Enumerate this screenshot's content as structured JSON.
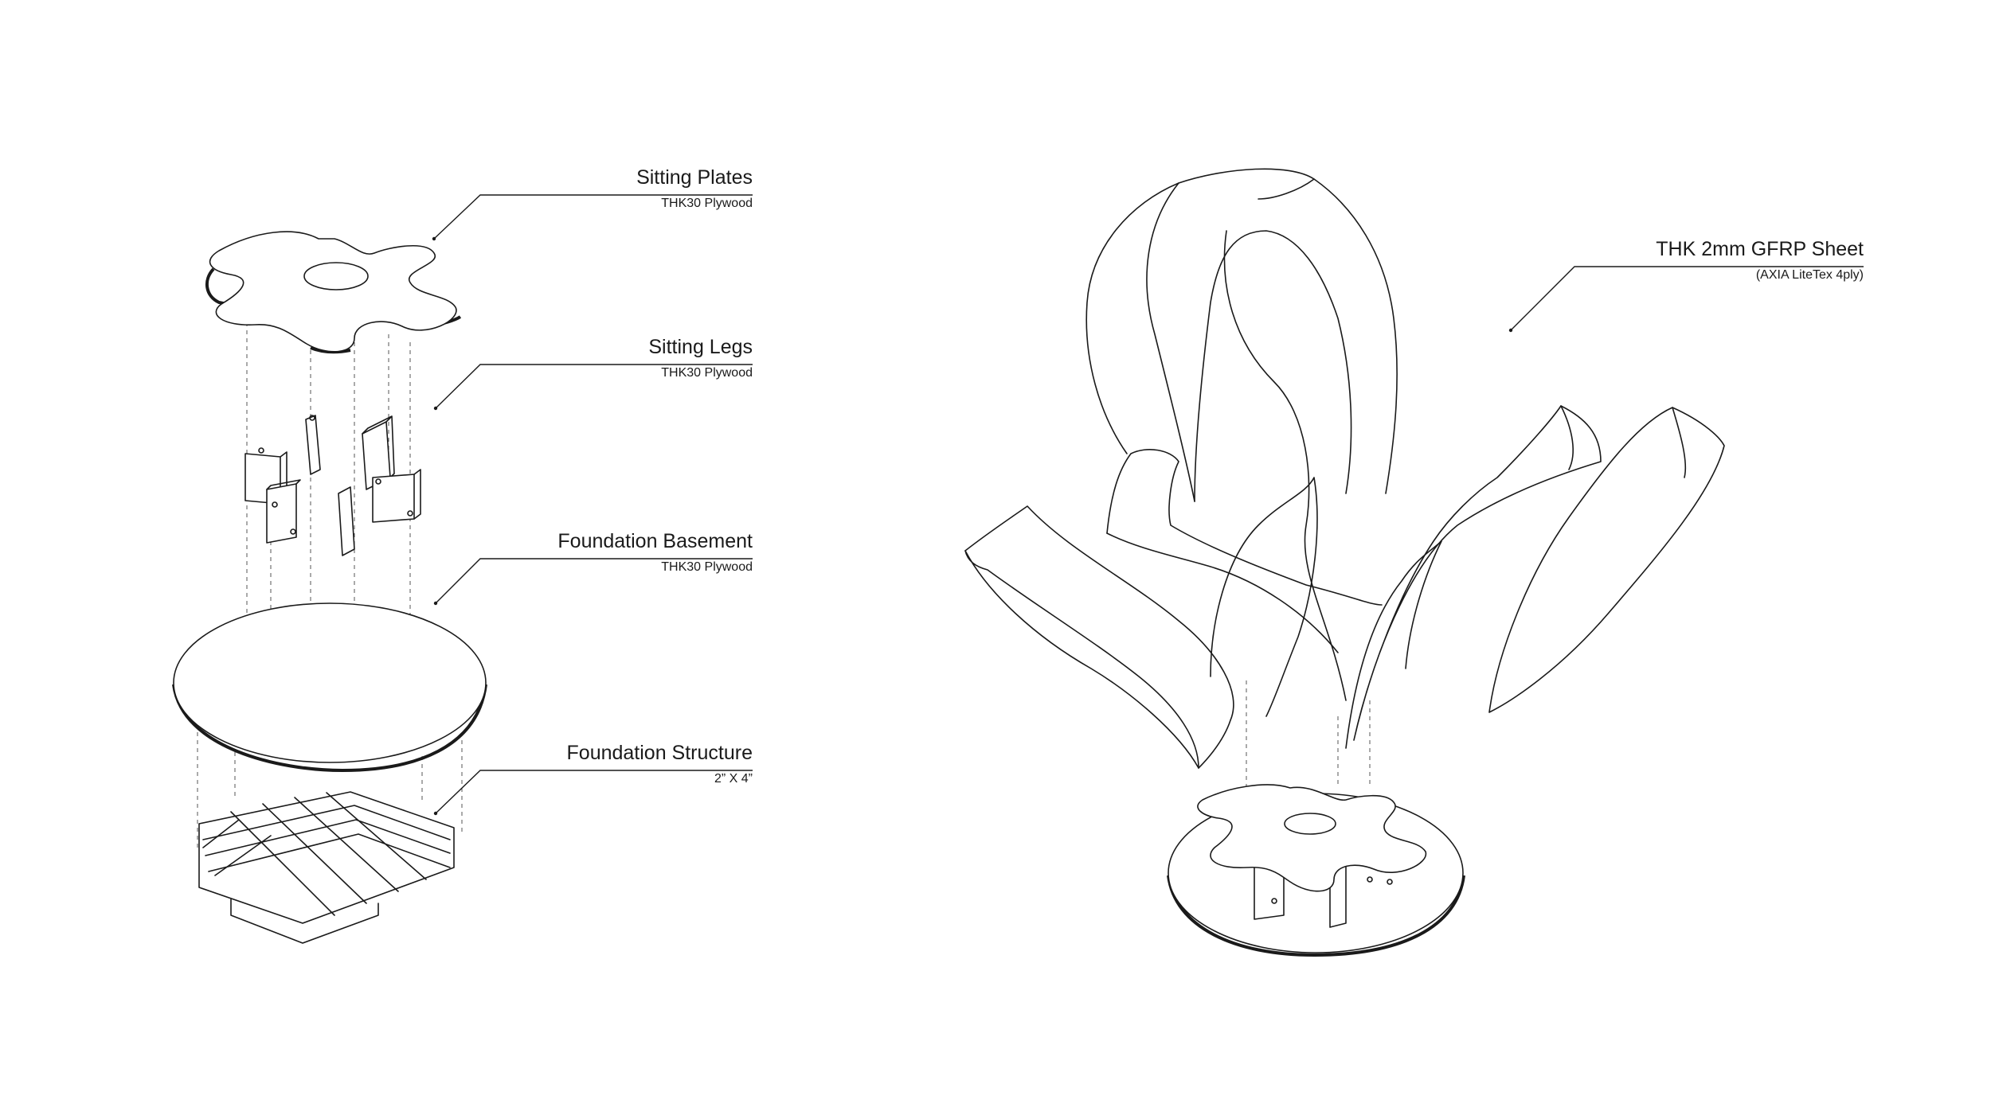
{
  "labels": [
    {
      "title": "Sitting Plates",
      "subtitle": "THK30 Plywood"
    },
    {
      "title": "Sitting Legs",
      "subtitle": "THK30 Plywood"
    },
    {
      "title": "Foundation Basement",
      "subtitle": "THK30 Plywood"
    },
    {
      "title": "Foundation Structure",
      "subtitle": "2” X 4”"
    },
    {
      "title": "THK 2mm GFRP Sheet",
      "subtitle": "(AXIA LiteTex 4ply)"
    }
  ]
}
